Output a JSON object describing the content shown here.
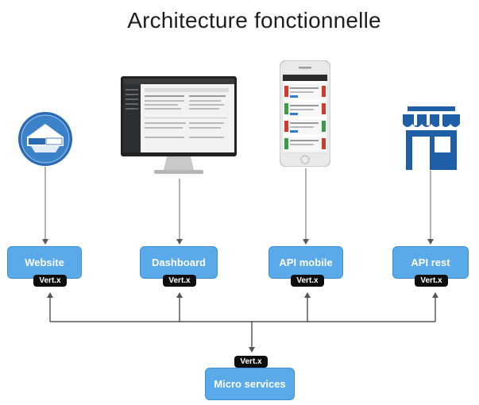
{
  "title": "Architecture fonctionnelle",
  "tag_label": "Vert.x",
  "nodes": {
    "website": "Website",
    "dashboard": "Dashboard",
    "api_mobile": "API mobile",
    "api_rest": "API rest",
    "micro_services": "Micro services"
  },
  "icons": [
    "courser-prive-logo-icon",
    "desktop-monitor-icon",
    "smartphone-icon",
    "storefront-icon"
  ],
  "colors": {
    "node_fill": "#5aa9e8",
    "node_border": "#3f8fd6",
    "tag": "#0d0d0d",
    "store_icon": "#1f5fa8",
    "wire": "#777777"
  }
}
